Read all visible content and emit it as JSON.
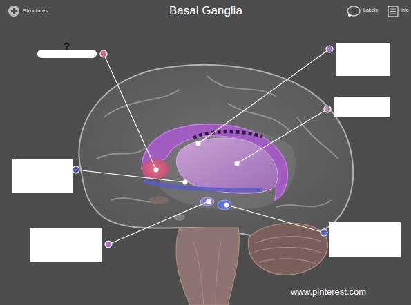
{
  "diagram": {
    "title": "Basal Ganglia",
    "labels": [
      "Structures",
      "Labels",
      "Info",
      "?",
      "www.pinterest.com"
    ]
  }
}
